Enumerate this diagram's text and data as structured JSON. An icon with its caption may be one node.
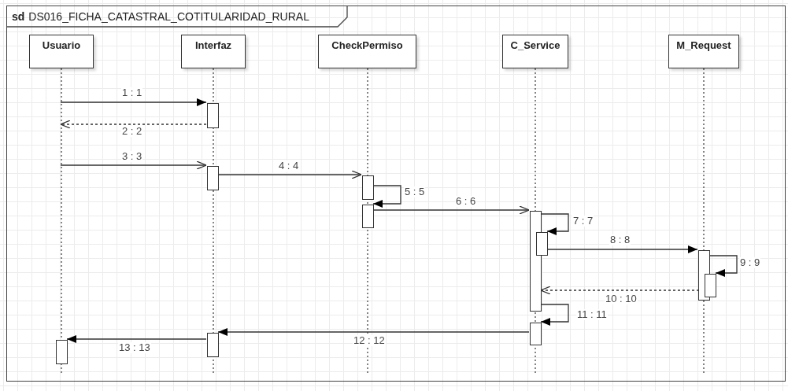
{
  "diagram": {
    "nodes": [
      {
        "text": [
          "sd",
          "DS016_FICHA_CATASTRAL_COTITULARIDAD_RURAL"
        ]
      },
      {
        "text": [
          "Usuario"
        ],
        "in": 0
      },
      {
        "text": [
          "Interfaz"
        ],
        "in": 0
      },
      {
        "text": [
          "CheckPermiso"
        ],
        "in": 0
      },
      {
        "text": [
          "C_Service"
        ],
        "in": 0
      },
      {
        "text": [
          "M_Request"
        ],
        "in": 0
      },
      {
        "text": [],
        "shape": "bar",
        "in": 2
      },
      {
        "text": [],
        "shape": "bar",
        "in": 2
      },
      {
        "text": [],
        "shape": "bar",
        "in": 3
      },
      {
        "text": [],
        "shape": "bar",
        "in": 3
      },
      {
        "text": [],
        "shape": "bar",
        "in": 4
      },
      {
        "text": [],
        "shape": "bar",
        "in": 4
      },
      {
        "text": [],
        "shape": "bar",
        "in": 5
      },
      {
        "text": [],
        "shape": "bar",
        "in": 5
      },
      {
        "text": [],
        "shape": "bar",
        "in": 4
      },
      {
        "text": [],
        "shape": "bar",
        "in": 2
      },
      {
        "text": [],
        "shape": "bar",
        "in": 1
      }
    ],
    "edges": [
      {
        "from": 1,
        "to": 6,
        "arrow": "to",
        "label": "1 : 1"
      },
      {
        "from": 6,
        "to": 1,
        "arrow": "to",
        "label": "2 : 2",
        "style": "dashed"
      },
      {
        "from": 1,
        "to": 7,
        "arrow": "to",
        "label": "3 : 3"
      },
      {
        "from": 7,
        "to": 8,
        "arrow": "to",
        "label": "4 : 4"
      },
      {
        "from": 8,
        "to": 9,
        "arrow": "to",
        "label": "5 : 5"
      },
      {
        "from": 9,
        "to": 10,
        "arrow": "to",
        "label": "6 : 6"
      },
      {
        "from": 10,
        "to": 11,
        "arrow": "to",
        "label": "7 : 7"
      },
      {
        "from": 11,
        "to": 12,
        "arrow": "to",
        "label": "8 : 8"
      },
      {
        "from": 12,
        "to": 13,
        "arrow": "to",
        "label": "9 : 9"
      },
      {
        "from": 13,
        "to": 10,
        "arrow": "to",
        "label": "10 : 10",
        "style": "dashed"
      },
      {
        "from": 10,
        "to": 14,
        "arrow": "to",
        "label": "11 : 11"
      },
      {
        "from": 14,
        "to": 15,
        "arrow": "to",
        "label": "12 : 12"
      },
      {
        "from": 15,
        "to": 16,
        "arrow": "to",
        "label": "13 : 13"
      }
    ]
  }
}
